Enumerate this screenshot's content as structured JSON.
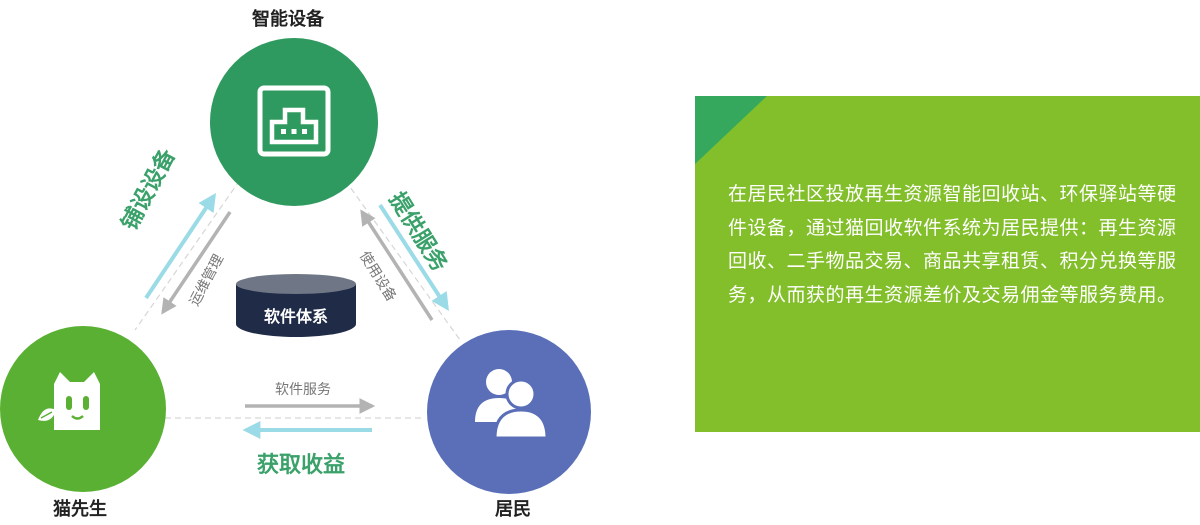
{
  "nodes": {
    "smart_device": {
      "label": "智能设备"
    },
    "maoxiansheng": {
      "label": "猫先生"
    },
    "residents": {
      "label": "居民"
    }
  },
  "center": {
    "label": "软件体系"
  },
  "edges": {
    "left_main": "铺设设备",
    "left_sub": "运维管理",
    "right_main": "提供服务",
    "right_sub": "使用设备",
    "bottom_main": "获取收益",
    "bottom_sub": "软件服务"
  },
  "panel": {
    "text": "在居民社区投放再生资源智能回收站、环保驿站等硬件设备，通过猫回收软件系统为居民提供：再生资源回收、二手物品交易、商品共享租赁、积分兑换等服务，从而获的再生资源差价及交易佣金等服务费用。"
  },
  "colors": {
    "device_circle": "#2f9a5f",
    "cat_circle": "#5ab033",
    "resident_circle": "#5a6fb8",
    "panel_green": "#82bf2a",
    "panel_corner": "#35a85e",
    "cylinder_navy": "#1f2b47",
    "arrow_cyan": "#9adbe7",
    "arrow_gray": "#b3b3b3",
    "label_green": "#3aa16a"
  },
  "icons": {
    "device": "router-device-icon",
    "cat": "cat-logo-icon",
    "residents": "people-icon"
  }
}
